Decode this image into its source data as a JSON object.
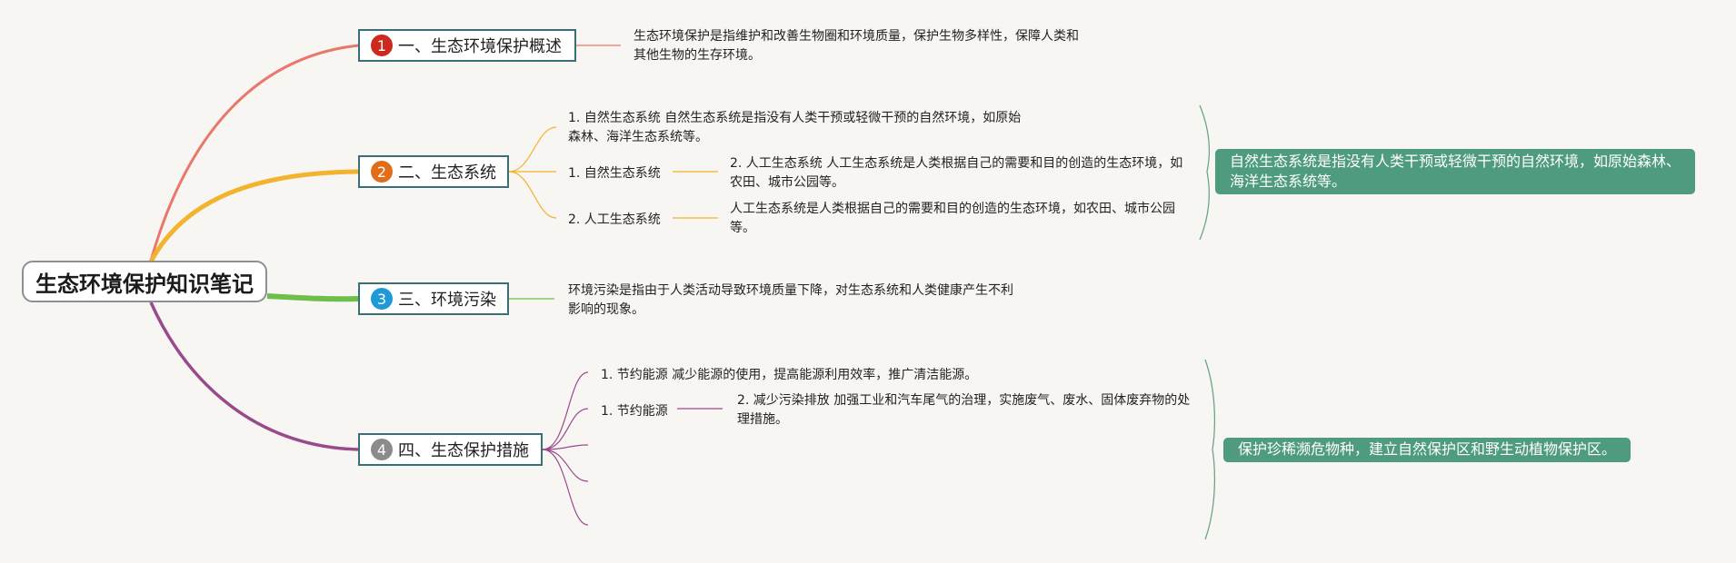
{
  "root": {
    "title": "生态环境保护知识笔记"
  },
  "branches": [
    {
      "num": "1",
      "label": "一、生态环境保护概述",
      "color": "#e9776a",
      "badge": "#cc2a1f",
      "desc": "生态环境保护是指维护和改善生物圈和环境质量，保护生物多样性，保障人类和其他生物的生存环境。"
    },
    {
      "num": "2",
      "label": "二、生态系统",
      "color": "#f3b32c",
      "badge": "#e06d17",
      "items": [
        {
          "text": "1. 自然生态系统 自然生态系统是指没有人类干预或轻微干预的自然环境，如原始森林、海洋生态系统等。"
        },
        {
          "text": "1. 自然生态系统",
          "detail": "2. 人工生态系统 人工生态系统是人类根据自己的需要和目的创造的生态环境，如农田、城市公园等。"
        },
        {
          "text": "2. 人工生态系统",
          "detail": "人工生态系统是人类根据自己的需要和目的创造的生态环境，如农田、城市公园等。"
        }
      ],
      "summary": "自然生态系统是指没有人类干预或轻微干预的自然环境，如原始森林、海洋生态系统等。"
    },
    {
      "num": "3",
      "label": "三、环境污染",
      "color": "#6dbf4b",
      "badge": "#1f9ad6",
      "desc": "环境污染是指由于人类活动导致环境质量下降，对生态系统和人类健康产生不利影响的现象。"
    },
    {
      "num": "4",
      "label": "四、生态保护措施",
      "color": "#9a4a8c",
      "badge": "#8b8b8b",
      "items": [
        {
          "text": "1. 节约能源 减少能源的使用，提高能源利用效率，推广清洁能源。"
        },
        {
          "text": "1. 节约能源",
          "detail": "2. 减少污染排放 加强工业和汽车尾气的治理，实施废气、废水、固体废弃物的处理措施。"
        }
      ],
      "summary": "保护珍稀濒危物种，建立自然保护区和野生动植物保护区。"
    }
  ]
}
